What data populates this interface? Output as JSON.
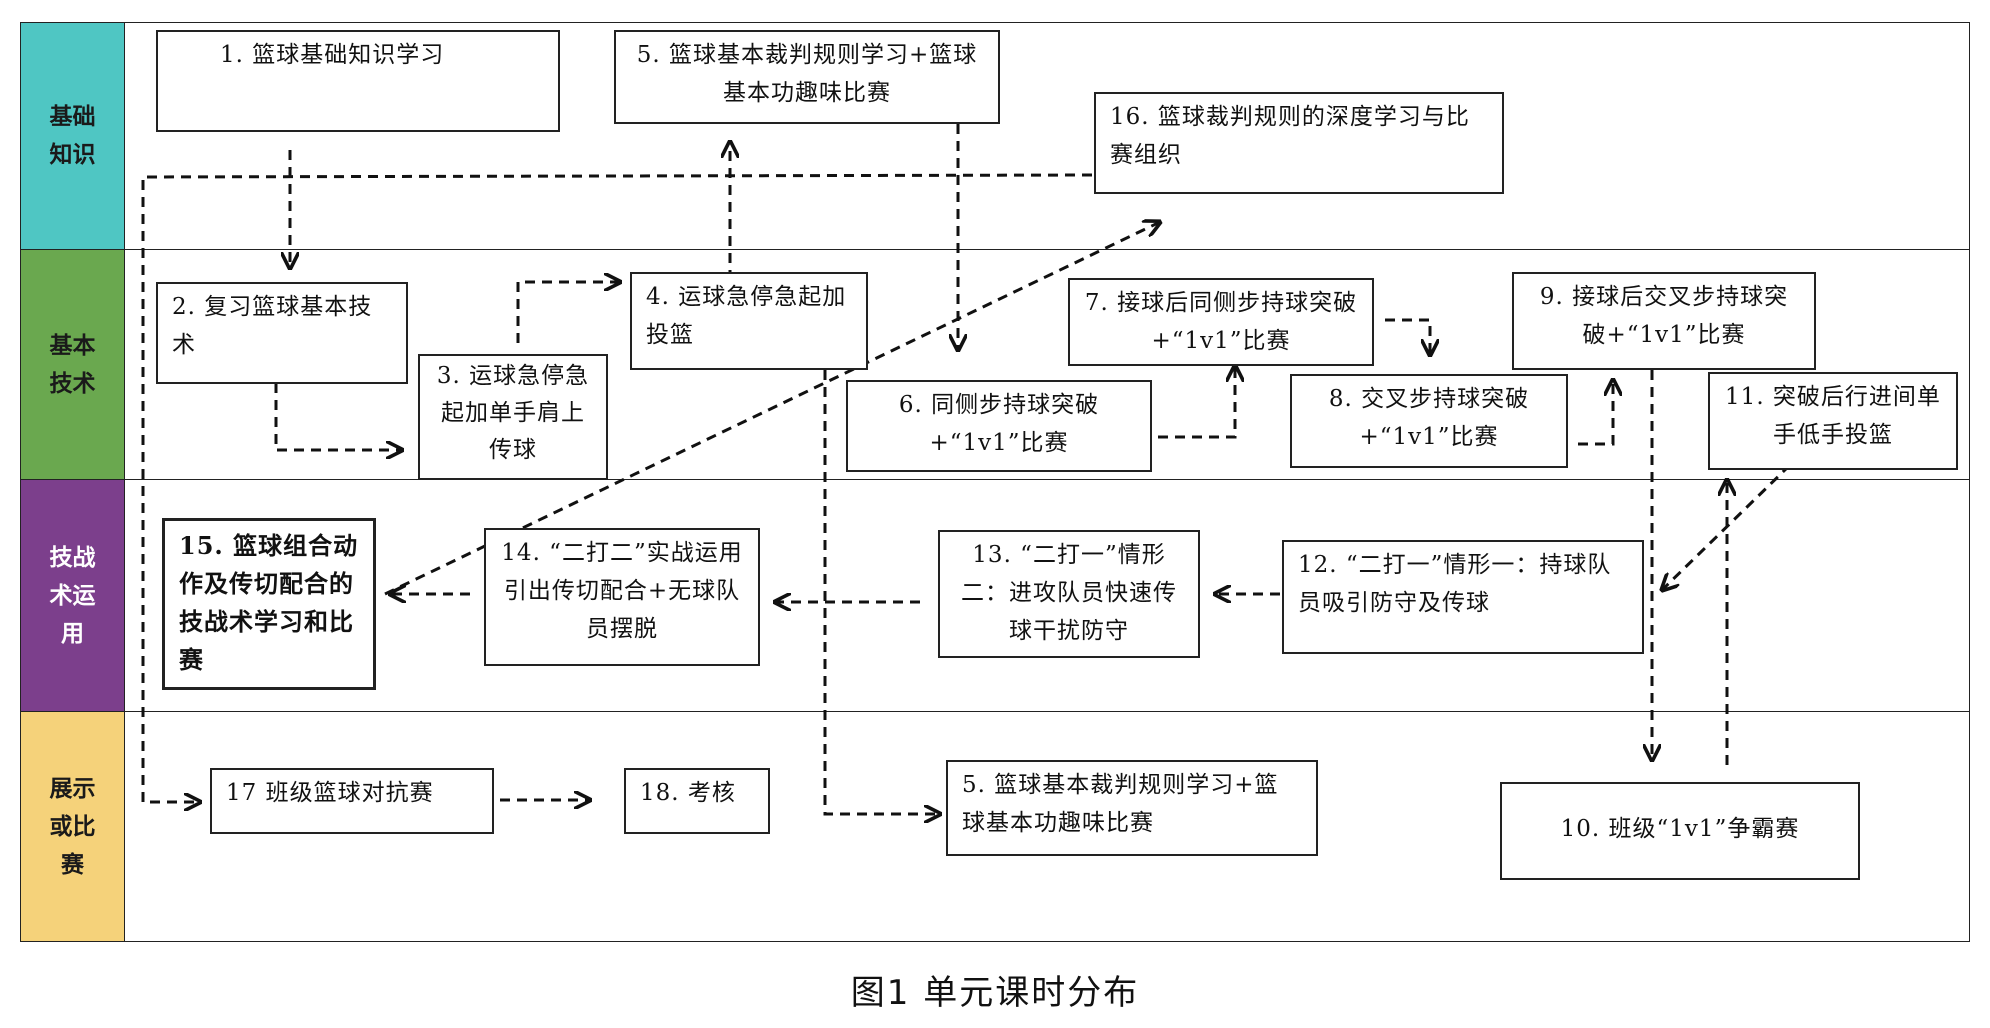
{
  "lanes": [
    {
      "label": "基础知识",
      "color": "#4fc6c3"
    },
    {
      "label": "基本技术",
      "color": "#6aa84f"
    },
    {
      "label": "技战术运用",
      "color": "#7c3f8c"
    },
    {
      "label": "展示或比赛",
      "color": "#f5d27a"
    }
  ],
  "boxes": {
    "b1": "1. 篮球基础知识学习",
    "b5a": "5. 篮球基本裁判规则学习+篮球基本功趣味比赛",
    "b16": "16. 篮球裁判规则的深度学习与比赛组织",
    "b2": "2. 复习篮球基本技术",
    "b3": "3. 运球急停急起加单手肩上传球",
    "b4": "4. 运球急停急起加投篮",
    "b6": "6. 同侧步持球突破+“1v1”比赛",
    "b7": "7. 接球后同侧步持球突破+“1v1”比赛",
    "b8": "8. 交叉步持球突破+“1v1”比赛",
    "b9": "9. 接球后交叉步持球突破+“1v1”比赛",
    "b11": "11. 突破后行进间单手低手投篮",
    "b15": "15. 篮球组合动作及传切配合的技战术学习和比赛",
    "b14": "14. “二打二”实战运用引出传切配合+无球队员摆脱",
    "b13": "13. “二打一”情形二：进攻队员快速传球干扰防守",
    "b12": "12. “二打一”情形一：持球队员吸引防守及传球",
    "b17": "17 班级篮球对抗赛",
    "b18": "18. 考核",
    "b5b": "5. 篮球基本裁判规则学习+篮球基本功趣味比赛",
    "b10": "10. 班级“1v1”争霸赛"
  },
  "caption": "图1    单元课时分布"
}
